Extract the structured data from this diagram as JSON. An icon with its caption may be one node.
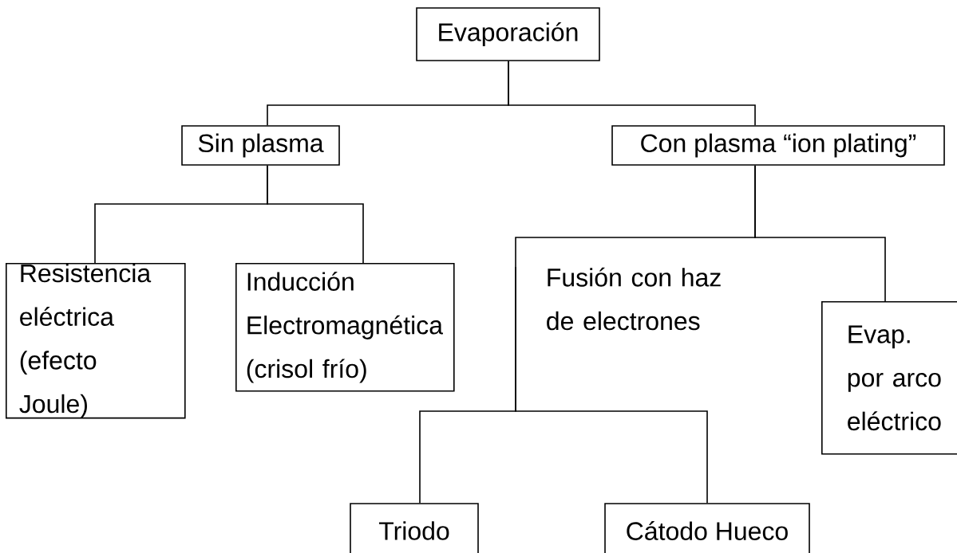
{
  "diagram": {
    "nodes": [
      {
        "text": [
          "Evaporación"
        ]
      },
      {
        "text": [
          "Sin plasma"
        ]
      },
      {
        "text": [
          "Con plasma “ion plating”"
        ]
      },
      {
        "text": [
          "Resistencia eléctrica (efecto Joule)"
        ]
      },
      {
        "text": [
          "Inducción Electromagnética (crisol frío)"
        ]
      },
      {
        "text": [
          "Fusión con haz de electrones"
        ]
      },
      {
        "text": [
          "Evap. por arco eléctrico"
        ]
      },
      {
        "text": [
          "Triodo"
        ]
      },
      {
        "text": [
          "Cátodo Hueco"
        ]
      }
    ],
    "edges": [
      {
        "from": 0,
        "to": 1,
        "arrow": "none"
      },
      {
        "from": 0,
        "to": 2,
        "arrow": "none"
      },
      {
        "from": 1,
        "to": 3,
        "arrow": "none"
      },
      {
        "from": 1,
        "to": 4,
        "arrow": "none"
      },
      {
        "from": 2,
        "to": 5,
        "arrow": "none"
      },
      {
        "from": 2,
        "to": 6,
        "arrow": "none"
      },
      {
        "from": 5,
        "to": 7,
        "arrow": "none"
      },
      {
        "from": 5,
        "to": 8,
        "arrow": "none"
      }
    ]
  }
}
